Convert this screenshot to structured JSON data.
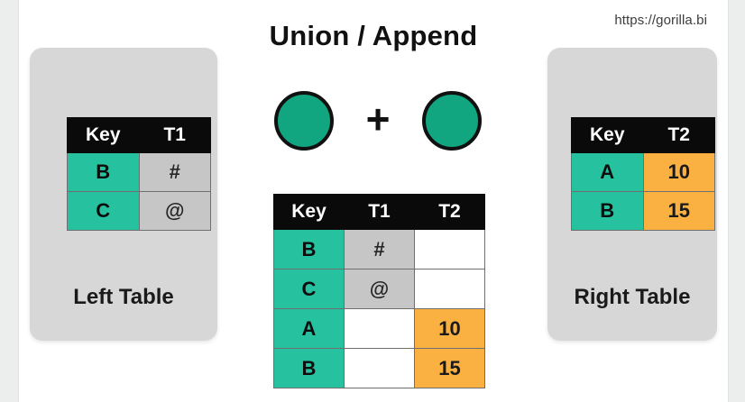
{
  "watermark": {
    "url": "https://gorilla.bi"
  },
  "title": "Union / Append",
  "venn": {
    "left_circle": "circle-shape",
    "operator": "+",
    "right_circle": "circle-shape"
  },
  "colors": {
    "key_teal": "#26c2a0",
    "circle_teal": "#11a680",
    "value_orange": "#fbb042",
    "value_gray": "#c6c6c6",
    "header_black": "#0a0a0a",
    "panel_gray": "#d7d7d7",
    "page_white": "#ffffff"
  },
  "left_panel": {
    "label": "Left Table",
    "table": {
      "headers": [
        "Key",
        "T1"
      ],
      "rows": [
        {
          "key": "B",
          "t1": "#"
        },
        {
          "key": "C",
          "t1": "@"
        }
      ]
    }
  },
  "right_panel": {
    "label": "Right Table",
    "table": {
      "headers": [
        "Key",
        "T2"
      ],
      "rows": [
        {
          "key": "A",
          "t2": "10"
        },
        {
          "key": "B",
          "t2": "15"
        }
      ]
    }
  },
  "result_table": {
    "headers": [
      "Key",
      "T1",
      "T2"
    ],
    "rows": [
      {
        "key": "B",
        "t1": "#",
        "t2": ""
      },
      {
        "key": "C",
        "t1": "@",
        "t2": ""
      },
      {
        "key": "A",
        "t1": "",
        "t2": "10"
      },
      {
        "key": "B",
        "t1": "",
        "t2": "15"
      }
    ]
  }
}
